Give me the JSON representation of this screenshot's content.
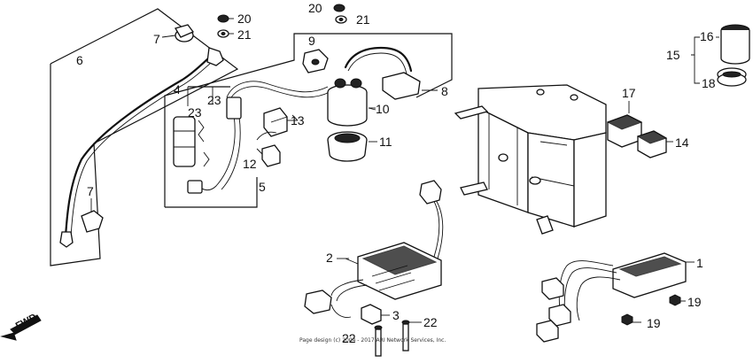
{
  "labels": {
    "l1": "1",
    "l2": "2",
    "l3": "3",
    "l4": "4",
    "l5": "5",
    "l6": "6",
    "l7a": "7",
    "l7b": "7",
    "l8": "8",
    "l9": "9",
    "l10": "10",
    "l11": "11",
    "l12": "12",
    "l13": "13",
    "l14": "14",
    "l15": "15",
    "l16": "16",
    "l17": "17",
    "l18": "18",
    "l19a": "19",
    "l19b": "19",
    "l20a": "20",
    "l20b": "20",
    "l21a": "21",
    "l21b": "21",
    "l22a": "22",
    "l22b": "22",
    "l23a": "23",
    "l23b": "23"
  },
  "copyright": "Page design (c) 2004 - 2017 ARI Network Services, Inc.",
  "fwd_label": "FWD"
}
